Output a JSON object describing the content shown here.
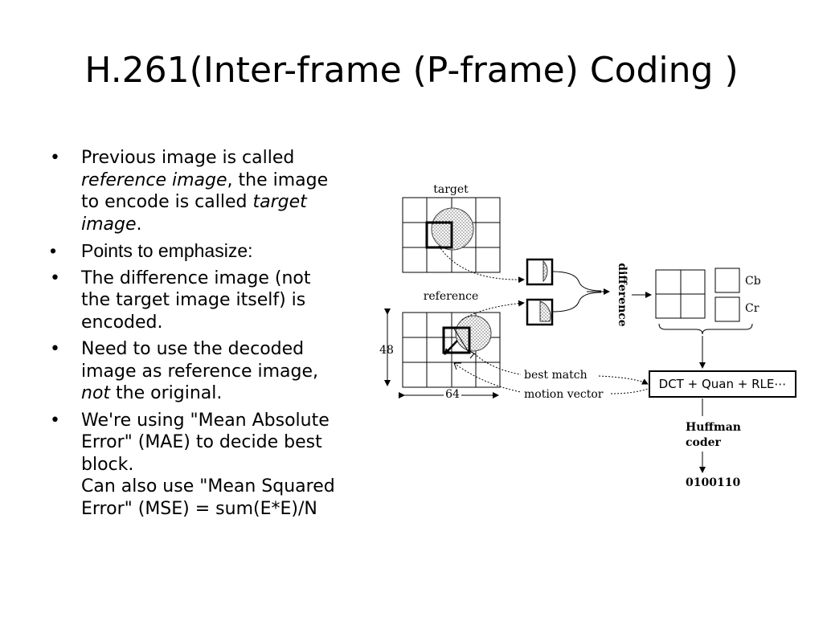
{
  "slide": {
    "title": "H.261(Inter-frame (P-frame) Coding )"
  },
  "bullets": [
    {
      "marker": "•",
      "l1": "Previous image is called",
      "l2a": "reference image",
      "l2b": ", the image",
      "l3a": "to encode is called ",
      "l3b": "target",
      "l4a": "image",
      "l4b": "."
    },
    {
      "marker": "•",
      "text": "Points to emphasize:"
    },
    {
      "marker": "•",
      "l1": "The difference image (not",
      "l2": "the target image itself) is",
      "l3": "encoded."
    },
    {
      "marker": "•",
      "l1": "Need to use the decoded",
      "l2": "image as reference image,",
      "l3a": "not",
      "l3b": " the original."
    },
    {
      "marker": "•",
      "l1": "We're using \"Mean Absolute",
      "l2": "Error\" (MAE) to decide best",
      "l3": "block.",
      "l4": "Can also use \"Mean Squared",
      "l5": "Error\" (MSE) = sum(E*E)/N"
    }
  ],
  "diagram": {
    "target_label": "target",
    "reference_label": "reference",
    "difference_label": "difference",
    "dim_height": "48",
    "dim_width": "64",
    "cb_label": "Cb",
    "cr_label": "Cr",
    "best_match_label": "best match",
    "motion_vector_label": "motion vector",
    "dct_box_label": "DCT + Quan + RLE⋯",
    "huffman_label_1": "Huffman",
    "huffman_label_2": "coder",
    "output_bits": "0100110"
  }
}
